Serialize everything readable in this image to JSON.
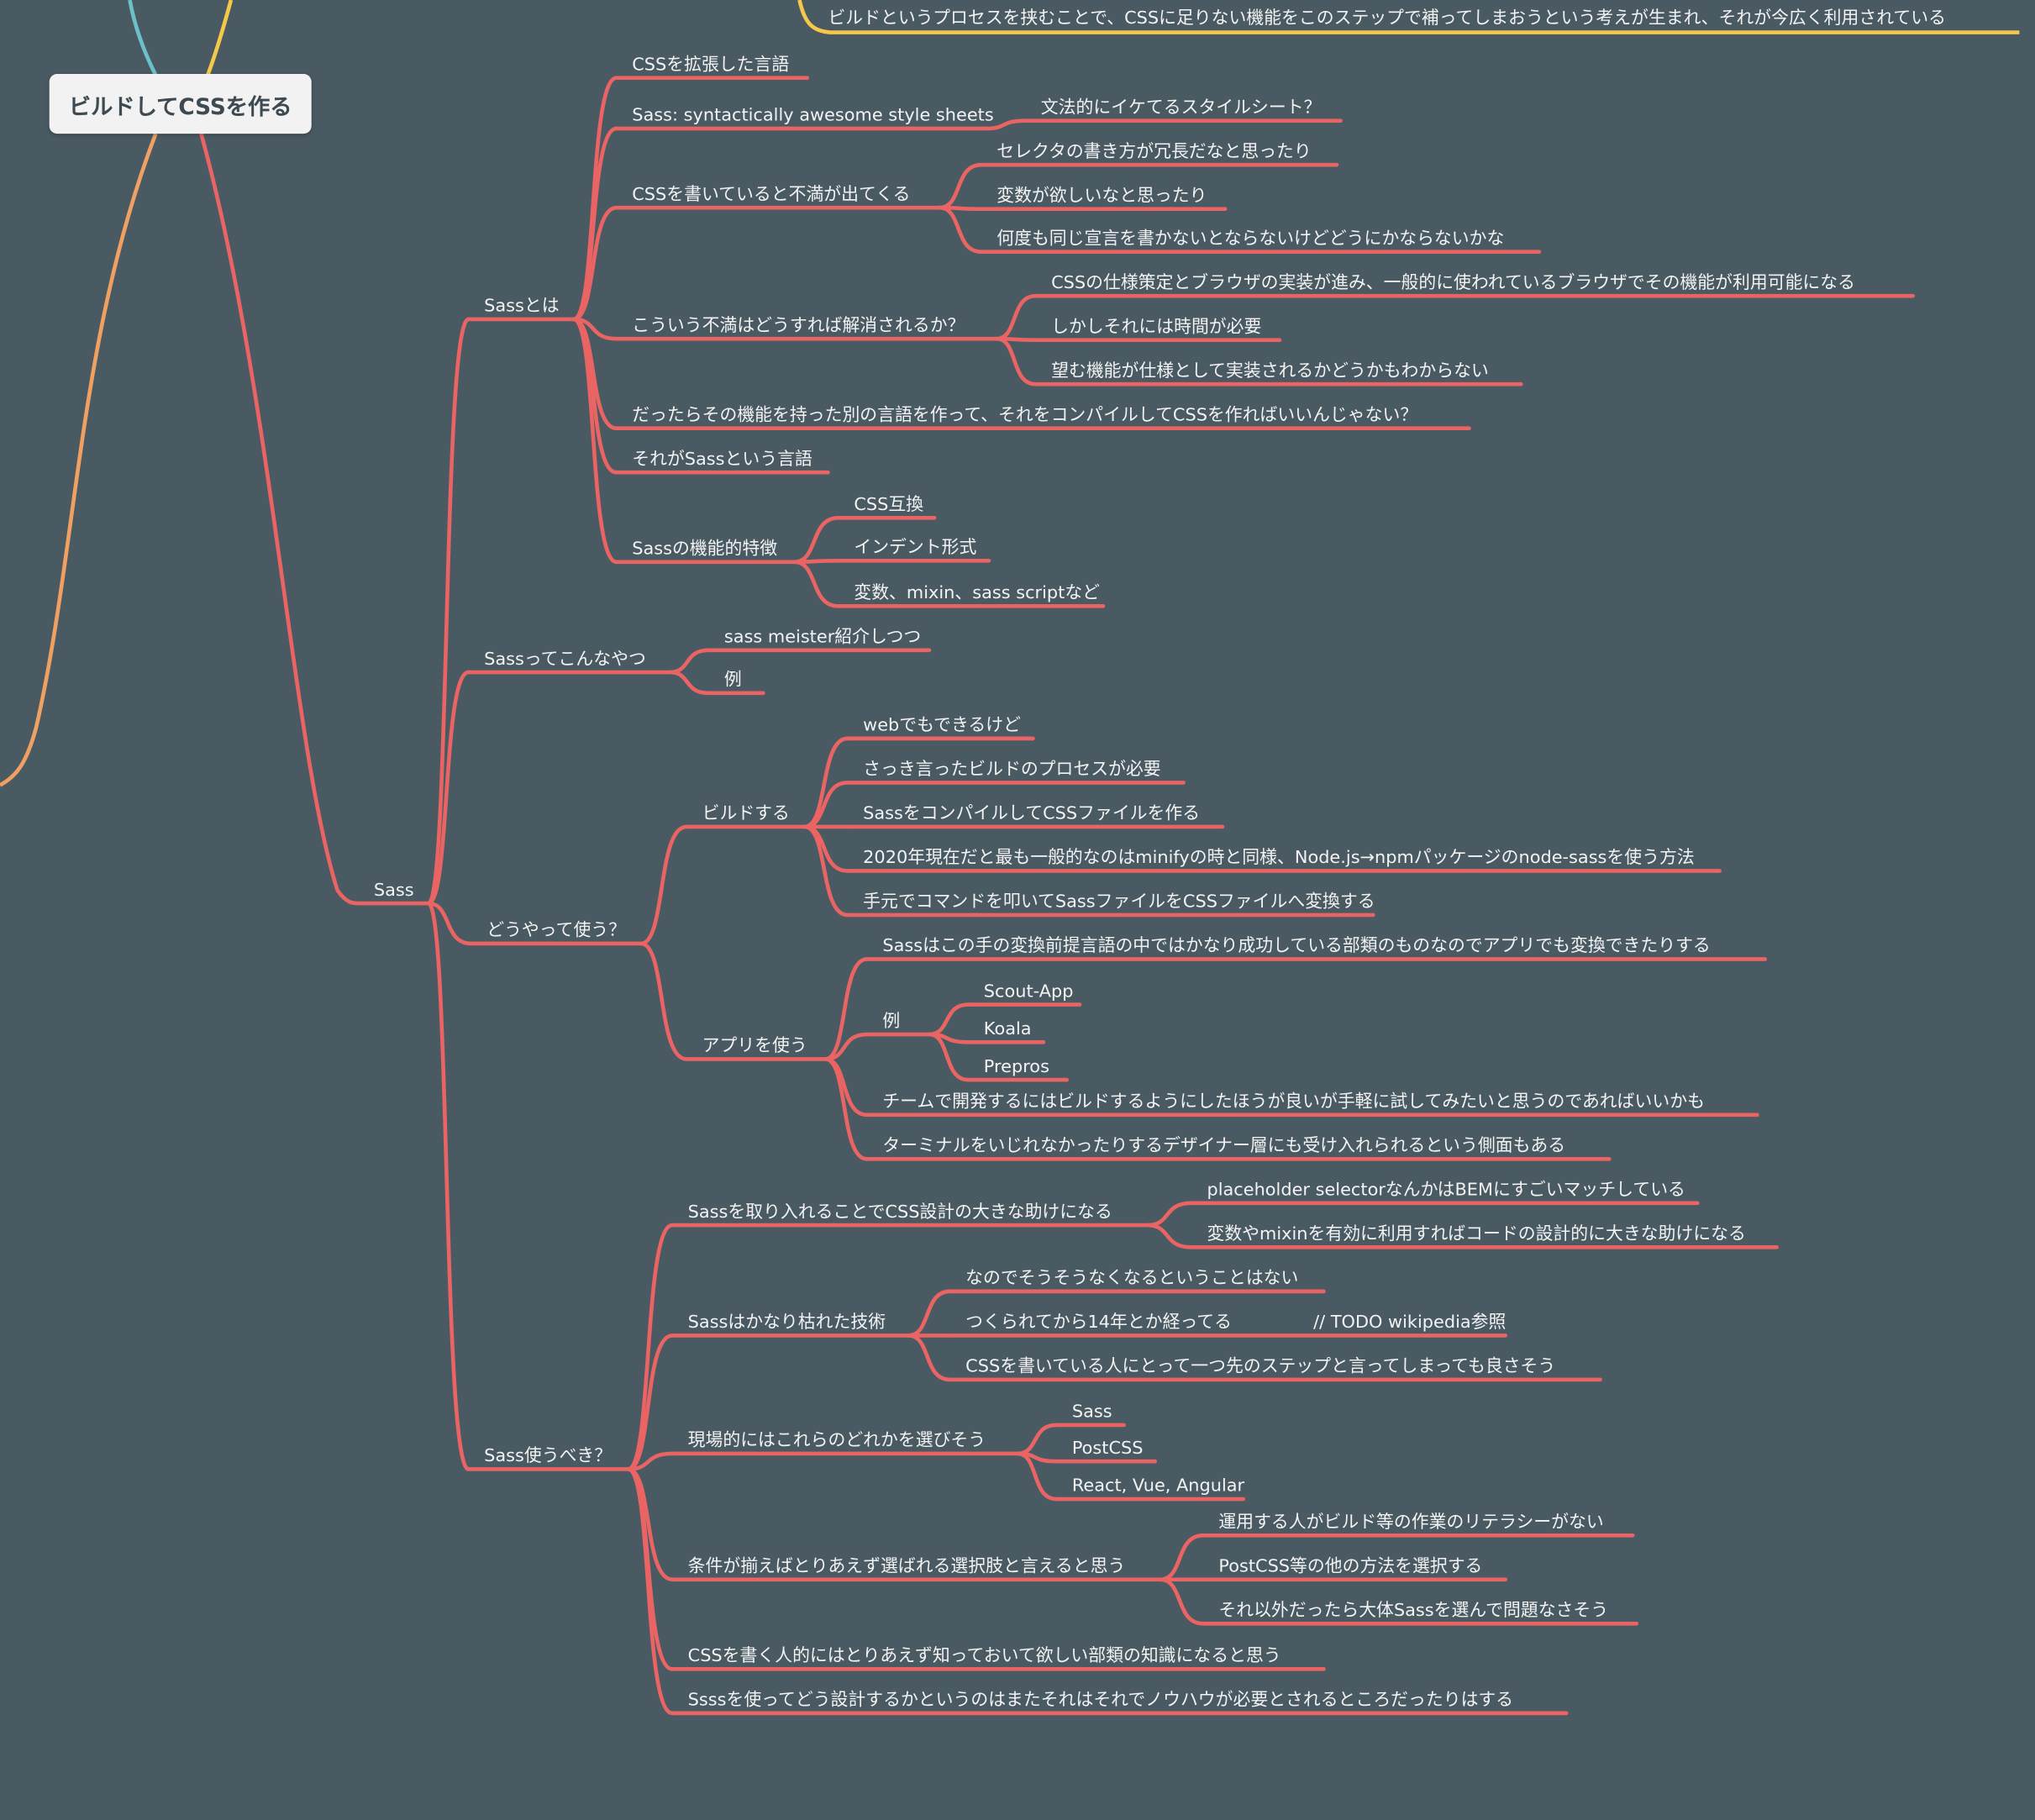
{
  "root": {
    "label": "ビルドしてCSSを作る"
  },
  "top_note": "ビルドというプロセスを挟むことで、CSSに足りない機能をこのステップで補ってしまおうという考えが生まれ、それが今広く利用されている",
  "colors": {
    "background": "#4a5a63",
    "branch": "#ea6464",
    "yellow": "#f5c84a",
    "teal": "#6cc0c8",
    "orange": "#f0a060",
    "root_bg": "#f2f2f2"
  },
  "nodes": [
    {
      "id": "sass",
      "label": "Sass"
    },
    {
      "id": "sass_towa",
      "label": "Sassとは"
    },
    {
      "id": "n1",
      "label": "CSSを拡張した言語"
    },
    {
      "id": "n2",
      "label": "Sass: syntactically awesome style sheets"
    },
    {
      "id": "n2a",
      "label": "文法的にイケてるスタイルシート？"
    },
    {
      "id": "n3",
      "label": "CSSを書いていると不満が出てくる"
    },
    {
      "id": "n3a",
      "label": "セレクタの書き方が冗長だなと思ったり"
    },
    {
      "id": "n3b",
      "label": "変数が欲しいなと思ったり"
    },
    {
      "id": "n3c",
      "label": "何度も同じ宣言を書かないとならないけどどうにかならないかな"
    },
    {
      "id": "n4",
      "label": "こういう不満はどうすれば解消されるか？"
    },
    {
      "id": "n4a",
      "label": "CSSの仕様策定とブラウザの実装が進み、一般的に使われているブラウザでその機能が利用可能になる"
    },
    {
      "id": "n4b",
      "label": "しかしそれには時間が必要"
    },
    {
      "id": "n4c",
      "label": "望む機能が仕様として実装されるかどうかもわからない"
    },
    {
      "id": "n5",
      "label": "だったらその機能を持った別の言語を作って、それをコンパイルしてCSSを作ればいいんじゃない？"
    },
    {
      "id": "n6",
      "label": "それがSassという言語"
    },
    {
      "id": "n7",
      "label": "Sassの機能的特徴"
    },
    {
      "id": "n7a",
      "label": "CSS互換"
    },
    {
      "id": "n7b",
      "label": "インデント形式"
    },
    {
      "id": "n7c",
      "label": "変数、mixin、sass scriptなど"
    },
    {
      "id": "konna",
      "label": "Sassってこんなやつ"
    },
    {
      "id": "k1",
      "label": "sass meister紹介しつつ"
    },
    {
      "id": "k2",
      "label": "例"
    },
    {
      "id": "dou",
      "label": "どうやって使う？"
    },
    {
      "id": "build",
      "label": "ビルドする"
    },
    {
      "id": "b1",
      "label": "webでもできるけど"
    },
    {
      "id": "b2",
      "label": "さっき言ったビルドのプロセスが必要"
    },
    {
      "id": "b3",
      "label": "SassをコンパイルしてCSSファイルを作る"
    },
    {
      "id": "b4",
      "label": "2020年現在だと最も一般的なのはminifyの時と同様、Node.js→npmパッケージのnode-sassを使う方法"
    },
    {
      "id": "b5",
      "label": "手元でコマンドを叩いてSassファイルをCSSファイルへ変換する"
    },
    {
      "id": "app",
      "label": "アプリを使う"
    },
    {
      "id": "a1",
      "label": "Sassはこの手の変換前提言語の中ではかなり成功している部類のものなのでアプリでも変換できたりする"
    },
    {
      "id": "a2",
      "label": "例"
    },
    {
      "id": "a2a",
      "label": "Scout-App"
    },
    {
      "id": "a2b",
      "label": "Koala"
    },
    {
      "id": "a2c",
      "label": "Prepros"
    },
    {
      "id": "a3",
      "label": "チームで開発するにはビルドするようにしたほうが良いが手軽に試してみたいと思うのであればいいかも"
    },
    {
      "id": "a4",
      "label": "ターミナルをいじれなかったりするデザイナー層にも受け入れられるという側面もある"
    },
    {
      "id": "beki",
      "label": "Sass使うべき？"
    },
    {
      "id": "s1",
      "label": "Sassを取り入れることでCSS設計の大きな助けになる"
    },
    {
      "id": "s1a",
      "label": "placeholder selectorなんかはBEMにすごいマッチしている"
    },
    {
      "id": "s1b",
      "label": "変数やmixinを有効に利用すればコードの設計的に大きな助けになる"
    },
    {
      "id": "s2",
      "label": "Sassはかなり枯れた技術"
    },
    {
      "id": "s2a",
      "label": "なのでそうそうなくなるということはない"
    },
    {
      "id": "s2b",
      "label": "つくられてから14年とか経ってる"
    },
    {
      "id": "s2b_note",
      "label": "// TODO wikipedia参照"
    },
    {
      "id": "s2c",
      "label": "CSSを書いている人にとって一つ先のステップと言ってしまっても良さそう"
    },
    {
      "id": "s3",
      "label": "現場的にはこれらのどれかを選びそう"
    },
    {
      "id": "s3a",
      "label": "Sass"
    },
    {
      "id": "s3b",
      "label": "PostCSS"
    },
    {
      "id": "s3c",
      "label": "React, Vue, Angular"
    },
    {
      "id": "s4",
      "label": "条件が揃えばとりあえず選ばれる選択肢と言えると思う"
    },
    {
      "id": "s4a",
      "label": "運用する人がビルド等の作業のリテラシーがない"
    },
    {
      "id": "s4b",
      "label": "PostCSS等の他の方法を選択する"
    },
    {
      "id": "s4c",
      "label": "それ以外だったら大体Sassを選んで問題なさそう"
    },
    {
      "id": "s5",
      "label": "CSSを書く人的にはとりあえず知っておいて欲しい部類の知識になると思う"
    },
    {
      "id": "s6",
      "label": "Ssssを使ってどう設計するかというのはまたそれはそれでノウハウが必要とされるところだったりはする"
    }
  ]
}
